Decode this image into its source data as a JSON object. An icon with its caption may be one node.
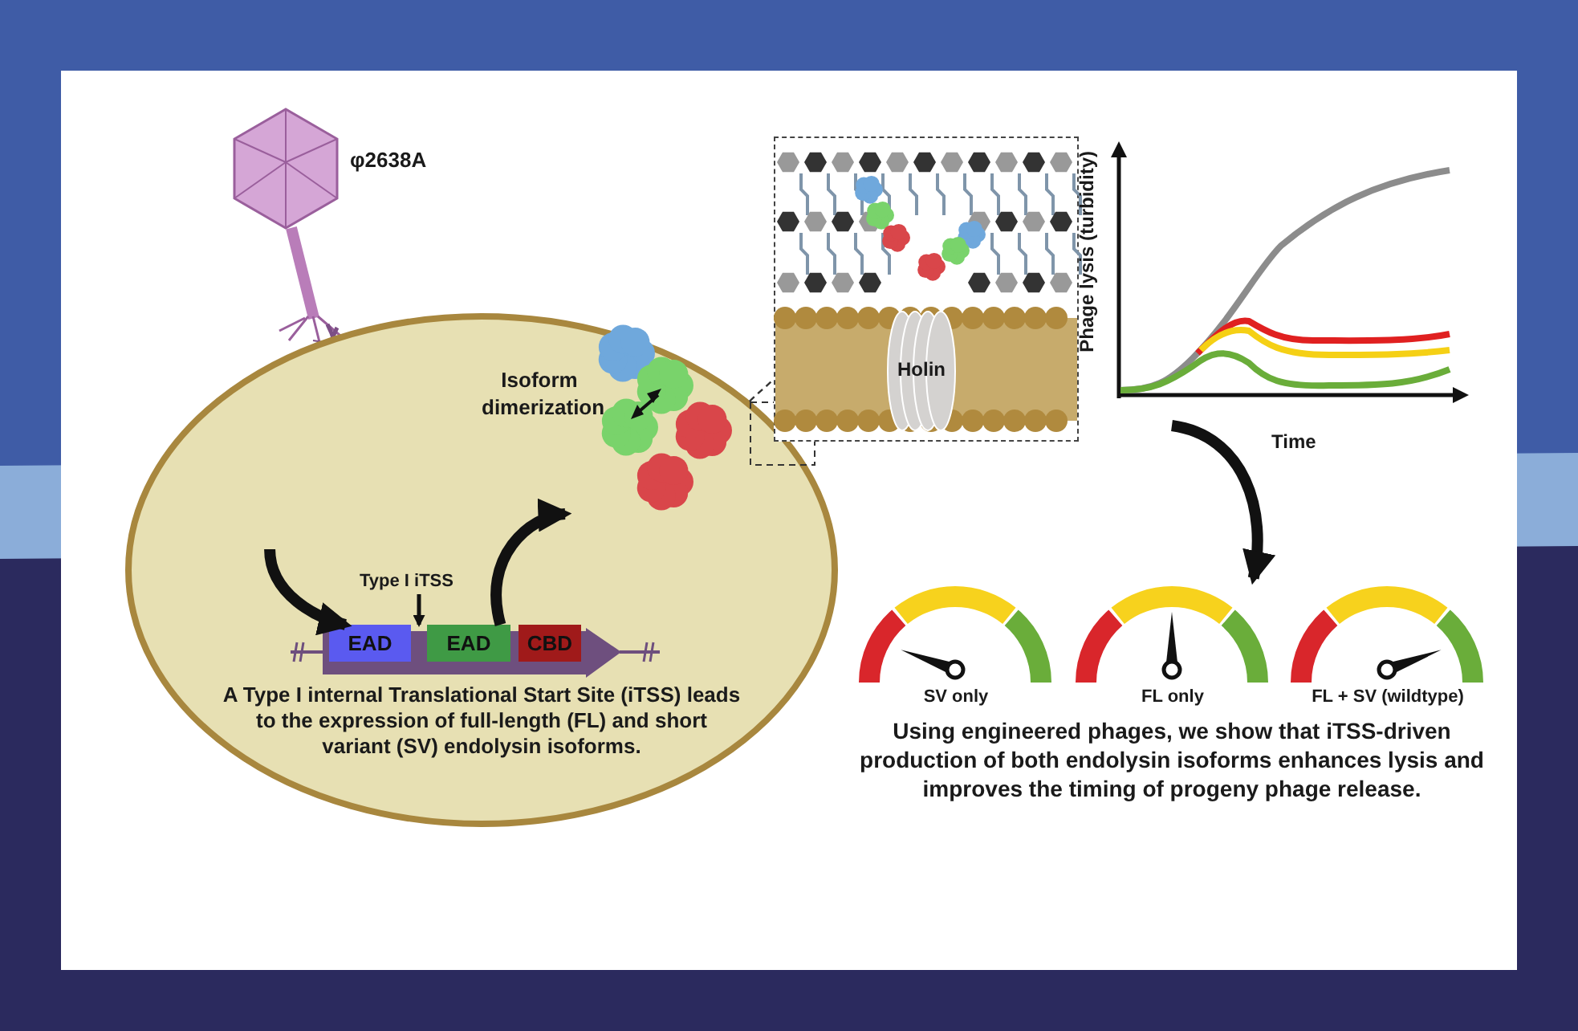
{
  "diagram": {
    "nodes": [
      {
        "text": [
          "φ2638A"
        ]
      },
      {
        "text": [
          "A Type I internal Translational Start Site (iTSS) leads to the expression of full-length (FL) and short variant (SV) endolysin isoforms."
        ]
      },
      {
        "text": [
          "EAD"
        ],
        "in": 1
      },
      {
        "text": [
          "EAD"
        ],
        "in": 1
      },
      {
        "text": [
          "CBD"
        ],
        "in": 1
      },
      {
        "text": [
          "Isoform dimerization"
        ],
        "in": 1
      },
      {
        "text": [],
        "shape": "picture"
      },
      {
        "text": [
          "Holin"
        ],
        "in": 6
      },
      {
        "text": [],
        "shape": "picture",
        "beside": [
          "Phage lysis (turbidity)",
          "Time"
        ]
      },
      {
        "text": [
          "Using engineered phages, we show that iTSS-driven production of both endolysin isoforms enhances lysis and improves the timing of progeny phage release."
        ]
      },
      {
        "text": [
          "SV only"
        ],
        "in": 9
      },
      {
        "text": [
          "FL only"
        ],
        "in": 9
      },
      {
        "text": [
          "FL + SV (wildtype)"
        ],
        "in": 9
      },
      {
        "text": [
          "Type I iTSS"
        ],
        "in": 1
      }
    ],
    "edges": [
      {
        "from": 0,
        "to": 2,
        "arrow": "to"
      },
      {
        "from": 3,
        "to": 5,
        "arrow": "to"
      },
      {
        "from": 1,
        "to": 6,
        "arrow": "none",
        "style": "dashed"
      },
      {
        "from": 8,
        "to": 9,
        "arrow": "to"
      },
      {
        "from": 13,
        "to": null,
        "arrow": "to"
      }
    ]
  }
}
